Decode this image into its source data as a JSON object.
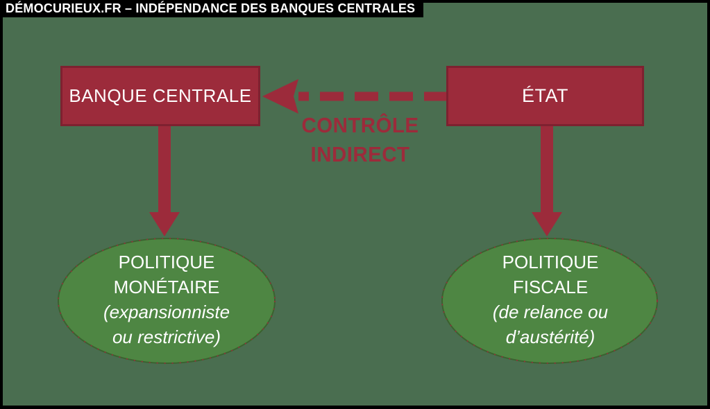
{
  "title_bar": {
    "text": "DÉMOCURIEUX.FR – INDÉPENDANCE DES BANQUES CENTRALES"
  },
  "colors": {
    "background_green": "#4a6e50",
    "box_red": "#9c2b3b",
    "box_border_red": "#7e2130",
    "accent_red": "#9c2b3b",
    "ellipse_green": "#4e8643",
    "ellipse_border_green": "#3b622f",
    "white": "#ffffff",
    "black": "#000000"
  },
  "nodes": {
    "central_bank": {
      "label": "BANQUE CENTRALE"
    },
    "state": {
      "label": "ÉTAT"
    },
    "monetary_policy": {
      "line1": "POLITIQUE",
      "line2": "MONÉTAIRE",
      "line3": "(expansionniste",
      "line4": "ou restrictive)"
    },
    "fiscal_policy": {
      "line1": "POLITIQUE",
      "line2": "FISCALE",
      "line3": "(de relance ou",
      "line4": "d’austérité)"
    }
  },
  "edges": {
    "indirect_control": {
      "label_line1": "CONTRÔLE",
      "label_line2": "INDIRECT"
    }
  }
}
